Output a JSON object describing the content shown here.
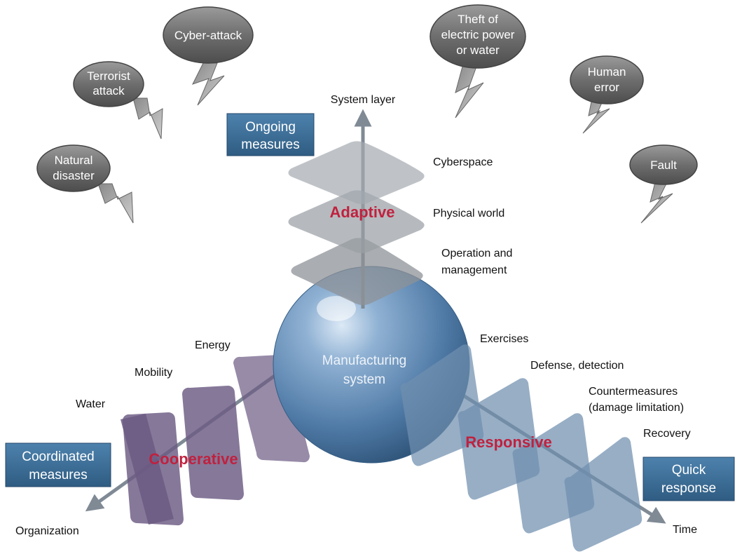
{
  "threats": [
    "Cyber-attack",
    "Terrorist attack",
    "Natural disaster",
    "Theft of electric power or water",
    "Human error",
    "Fault"
  ],
  "threat_lines": {
    "cyber": [
      "Cyber-attack"
    ],
    "terrorist": [
      "Terrorist",
      "attack"
    ],
    "natural": [
      "Natural",
      "disaster"
    ],
    "theft": [
      "Theft of",
      "electric power",
      "or water"
    ],
    "human": [
      "Human",
      "error"
    ],
    "fault": [
      "Fault"
    ]
  },
  "boxes": {
    "ongoing": [
      "Ongoing",
      "measures"
    ],
    "coordinated": [
      "Coordinated",
      "measures"
    ],
    "quick": [
      "Quick",
      "response"
    ]
  },
  "axes": {
    "vertical": "System layer",
    "left": "Organization",
    "right": "Time"
  },
  "layers": {
    "cyberspace": "Cyberspace",
    "physical": "Physical world",
    "operation": [
      "Operation and",
      "management"
    ]
  },
  "core": [
    "Manufacturing",
    "system"
  ],
  "cooperative_labels": {
    "energy": "Energy",
    "mobility": "Mobility",
    "water": "Water"
  },
  "responsive_labels": {
    "exercises": "Exercises",
    "defense": "Defense, detection",
    "countermeasures": [
      "Countermeasures",
      "(damage limitation)"
    ],
    "recovery": "Recovery"
  },
  "themes": {
    "adaptive": "Adaptive",
    "cooperative": "Cooperative",
    "responsive": "Responsive"
  },
  "colors": {
    "theme_text": "#c0213f",
    "box_fill": "#3f6f96",
    "purple_panel": "#6b5a83",
    "blue_panel": "#6f8fae",
    "bubble": "#6e6e6e"
  }
}
